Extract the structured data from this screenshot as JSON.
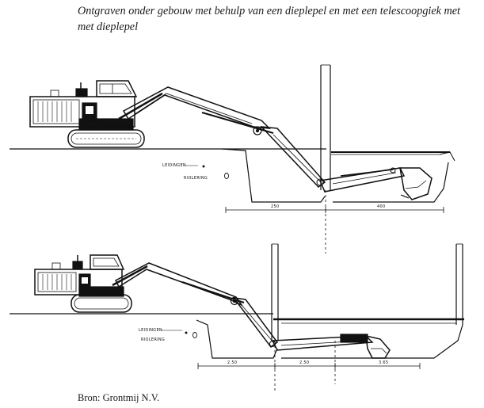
{
  "caption": "Ontgraven onder gebouw met behulp van een dieplepel en met een telescoopgiek met met dieplepel",
  "source": "Bron: Grontmij N.V.",
  "top_figure": {
    "label_pipes": "LEIDINGEN",
    "label_sewer": "RIOLERING",
    "dim_left": "250",
    "dim_right": "400"
  },
  "bottom_figure": {
    "label_pipes": "LEIDINGEN",
    "label_sewer": "RIOLERING",
    "dim_left": "2.50",
    "dim_middle": "2.50",
    "dim_right": "3.65"
  }
}
